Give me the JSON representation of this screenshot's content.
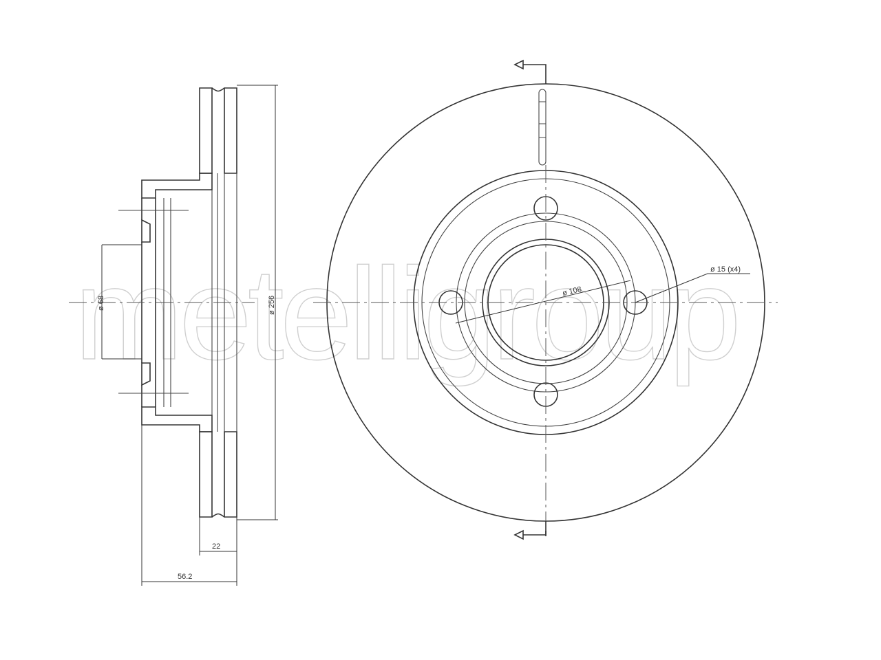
{
  "watermark": "metelligroup",
  "dimensions": {
    "hub_bore": "ø 68",
    "outer_diameter": "ø 256",
    "disc_thickness": "22",
    "total_height": "56.2",
    "pcd": "ø 108",
    "bolt_holes": "ø 15 (x4)"
  },
  "colors": {
    "line": "#333333",
    "watermark": "#cfcfcf"
  }
}
